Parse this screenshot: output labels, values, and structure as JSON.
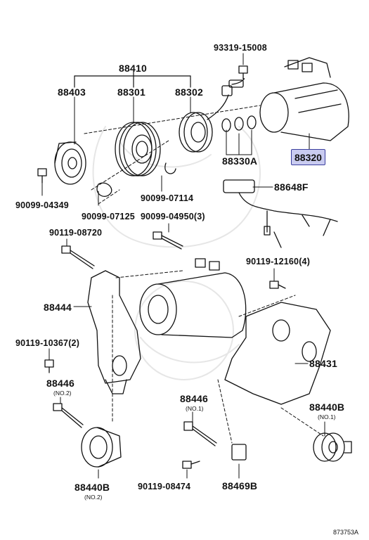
{
  "labels": {
    "p88410": "88410",
    "p88403": "88403",
    "p88301": "88301",
    "p88302": "88302",
    "p93319": "93319-15008",
    "p88330A": "88330A",
    "p88320": "88320",
    "p90099_04349": "90099-04349",
    "p90099_07125": "90099-07125",
    "p90099_07114": "90099-07114",
    "p88648F": "88648F",
    "p90099_04950": "90099-04950(3)",
    "p90119_08720": "90119-08720",
    "p90119_12160": "90119-12160(4)",
    "p88444": "88444",
    "p90119_10367": "90119-10367(2)",
    "p88431": "88431",
    "p88446a": "88446",
    "p88446a_note": "(NO.2)",
    "p88446b": "88446",
    "p88446b_note": "(NO.1)",
    "p88440Ba": "88440B",
    "p88440Ba_note": "(NO.1)",
    "p88440Bb": "88440B",
    "p88440Bb_note": "(NO.2)",
    "p90119_08474": "90119-08474",
    "p88469B": "88469B",
    "figure_no": "873753A"
  },
  "colors": {
    "highlight_fill": "#c9cbf0",
    "highlight_border": "#3b3f9e",
    "line": "#111111"
  }
}
